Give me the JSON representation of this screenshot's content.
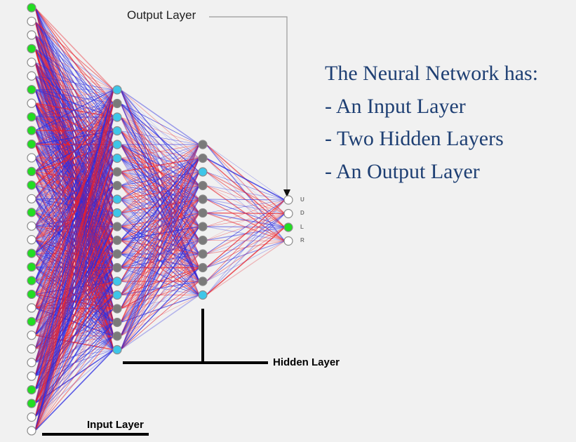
{
  "labels": {
    "output_layer": "Output Layer",
    "hidden_layer": "Hidden Layer",
    "input_layer": "Input Layer"
  },
  "info": {
    "title": "The Neural Network has:",
    "items": [
      "- An Input Layer",
      "- Two Hidden Layers",
      "- An Output Layer"
    ]
  },
  "network": {
    "input_layer": {
      "nodes": 32,
      "active_nodes": [
        0,
        3,
        6,
        8,
        9,
        10,
        12,
        13,
        15,
        18,
        19,
        20,
        21,
        23,
        28,
        29
      ]
    },
    "hidden_layer_1": {
      "nodes": 20,
      "states": [
        "cyan",
        "gray",
        "cyan",
        "cyan",
        "cyan",
        "cyan",
        "gray",
        "gray",
        "cyan",
        "cyan",
        "gray",
        "gray",
        "gray",
        "gray",
        "cyan",
        "cyan",
        "gray",
        "gray",
        "gray",
        "cyan"
      ]
    },
    "hidden_layer_2": {
      "nodes": 12,
      "states": [
        "gray",
        "gray",
        "cyan",
        "gray",
        "gray",
        "gray",
        "gray",
        "gray",
        "gray",
        "gray",
        "gray",
        "cyan"
      ]
    },
    "output_layer": {
      "labels": [
        "U",
        "D",
        "L",
        "R"
      ],
      "active_index": 2
    }
  },
  "colors": {
    "background": "#f1f1f1",
    "active_input": "#22dd22",
    "cyan_node": "#3ec6e8",
    "gray_node": "#7a7a7a",
    "edge_positive": "#e8202a",
    "edge_negative": "#2a2ae0",
    "info_text": "#1e3f73"
  }
}
